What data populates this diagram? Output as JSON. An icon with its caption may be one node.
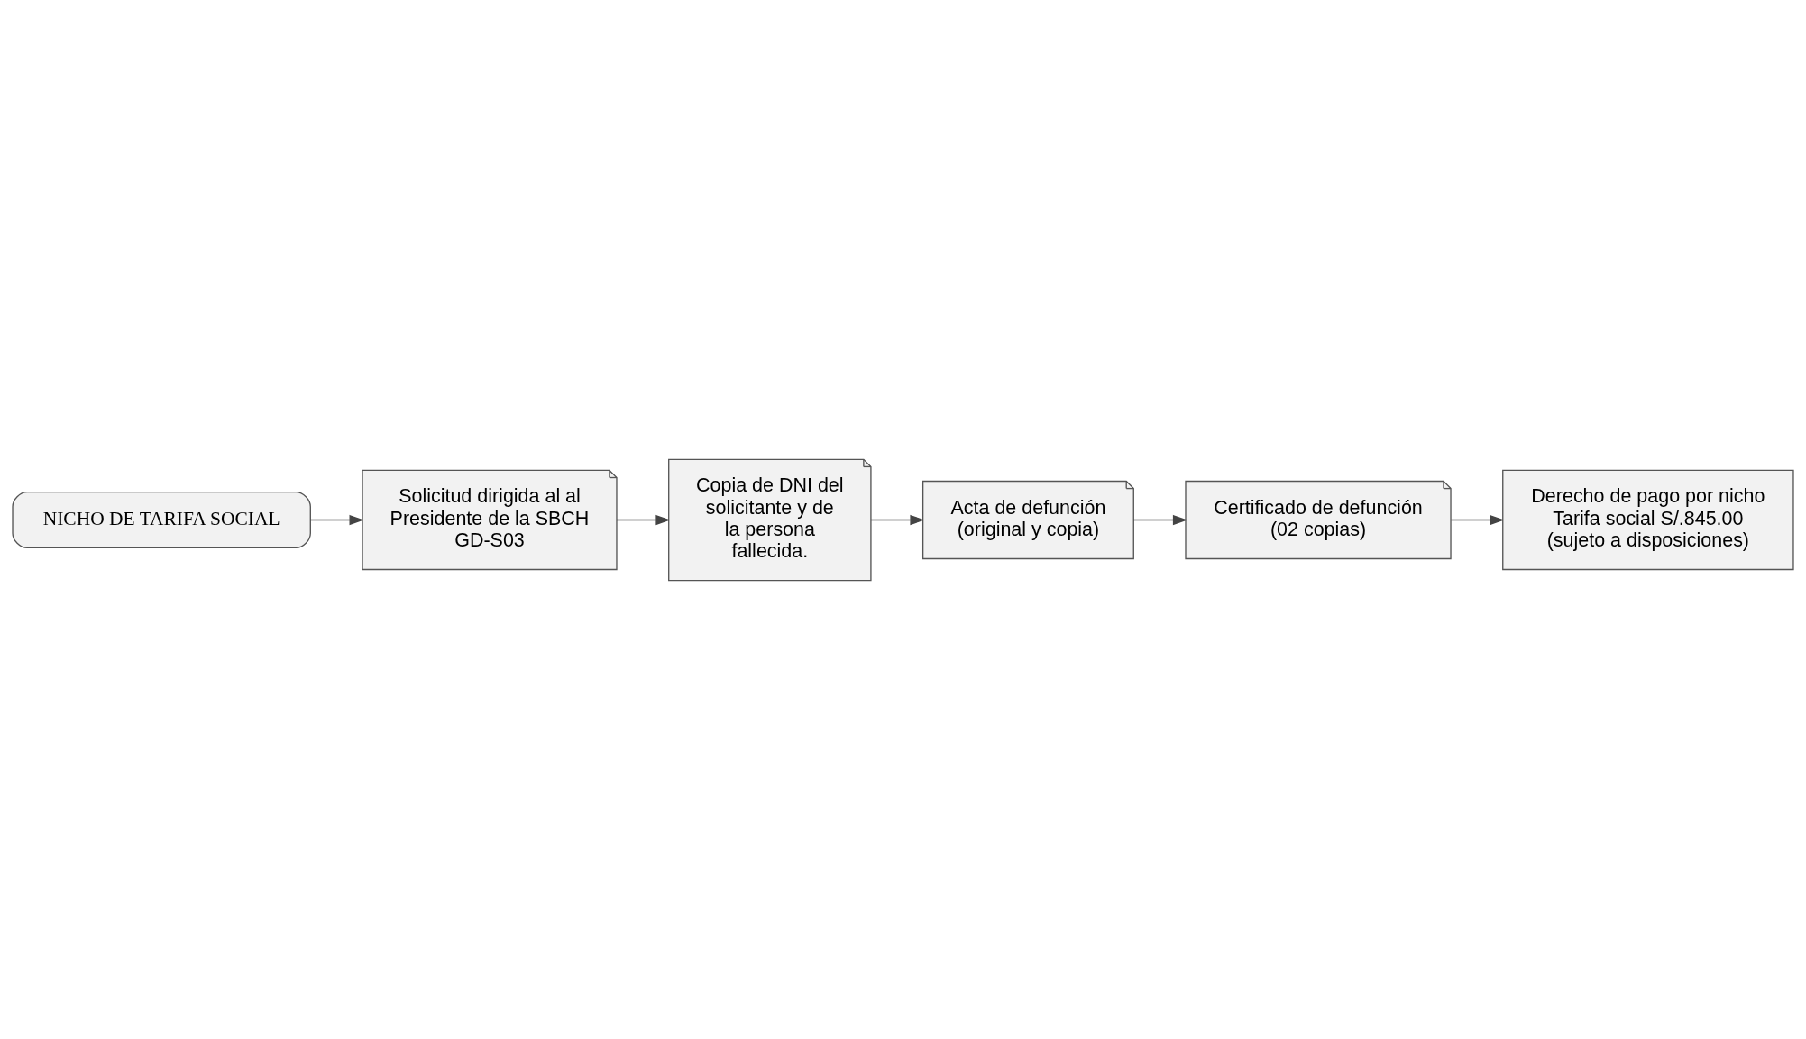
{
  "diagram": {
    "nodes": [
      {
        "text": [
          "NICHO DE TARIFA SOCIAL"
        ]
      },
      {
        "text": [
          "Solicitud dirigida al al Presidente de la SBCH GD-S03"
        ]
      },
      {
        "text": [
          "Copia de DNI del solicitante y de la persona fallecida."
        ]
      },
      {
        "text": [
          "Acta de defunción (original y copia)"
        ]
      },
      {
        "text": [
          "Certificado de defunción (02 copias)"
        ]
      },
      {
        "text": [
          "Derecho de pago por nicho Tarifa social S/.845.00 (sujeto a disposiciones)"
        ]
      }
    ],
    "edges": [
      {
        "from": 0,
        "to": 1,
        "arrow": "to"
      },
      {
        "from": 1,
        "to": 2,
        "arrow": "to"
      },
      {
        "from": 2,
        "to": 3,
        "arrow": "to"
      },
      {
        "from": 3,
        "to": 4,
        "arrow": "to"
      },
      {
        "from": 4,
        "to": 5,
        "arrow": "to"
      }
    ]
  }
}
